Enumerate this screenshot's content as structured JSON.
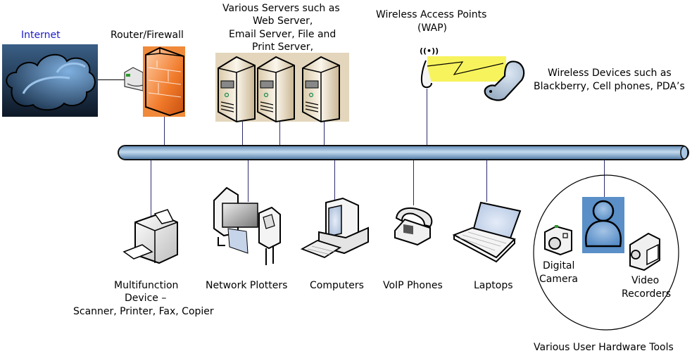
{
  "title": "Network diagram of connected hardware",
  "colors": {
    "internet_label": "#1a1acc",
    "bus": "#8fb4d8",
    "bus_outline": "#1a2a3a",
    "link": "#2c2c6e",
    "firewall": "#f07a2a",
    "person": "#5a8fc8",
    "wireless_signal": "#f4f000"
  },
  "top_nodes": [
    {
      "id": "internet",
      "label": "Internet",
      "icon": "cloud-icon"
    },
    {
      "id": "router",
      "label": "Router/Firewall",
      "icon": "firewall-icon"
    },
    {
      "id": "servers",
      "label_lines": [
        "Various Servers such as",
        "Web Server,",
        "Email Server, File and",
        "Print Server,"
      ],
      "icon": "server-icon",
      "count": 3
    },
    {
      "id": "wap",
      "label_lines": [
        "Wireless Access Points",
        "(WAP)"
      ],
      "icon": "wireless-access-point-icon"
    },
    {
      "id": "wireless-devices",
      "label_lines": [
        "Wireless Devices such as",
        "Blackberry, Cell phones, PDA’s"
      ],
      "icon": "cell-phone-icon"
    }
  ],
  "bottom_nodes": [
    {
      "id": "mfd",
      "label_lines": [
        "Multifunction",
        "Device –",
        "Scanner, Printer, Fax, Copier"
      ],
      "icon": "printer-icon"
    },
    {
      "id": "plotters",
      "label": "Network Plotters",
      "icon": "plotter-icon"
    },
    {
      "id": "computers",
      "label": "Computers",
      "icon": "computer-icon"
    },
    {
      "id": "voip",
      "label": "VoIP Phones",
      "icon": "phone-icon"
    },
    {
      "id": "laptops",
      "label": "Laptops",
      "icon": "laptop-icon"
    }
  ],
  "user_tools": {
    "group_label": "Various User Hardware Tools",
    "items": [
      {
        "label_lines": [
          "Digital",
          "Camera"
        ],
        "icon": "camera-icon"
      },
      {
        "label_lines": [
          "Video",
          "Recorders"
        ],
        "icon": "video-camera-icon"
      }
    ],
    "center_icon": "user-icon"
  }
}
